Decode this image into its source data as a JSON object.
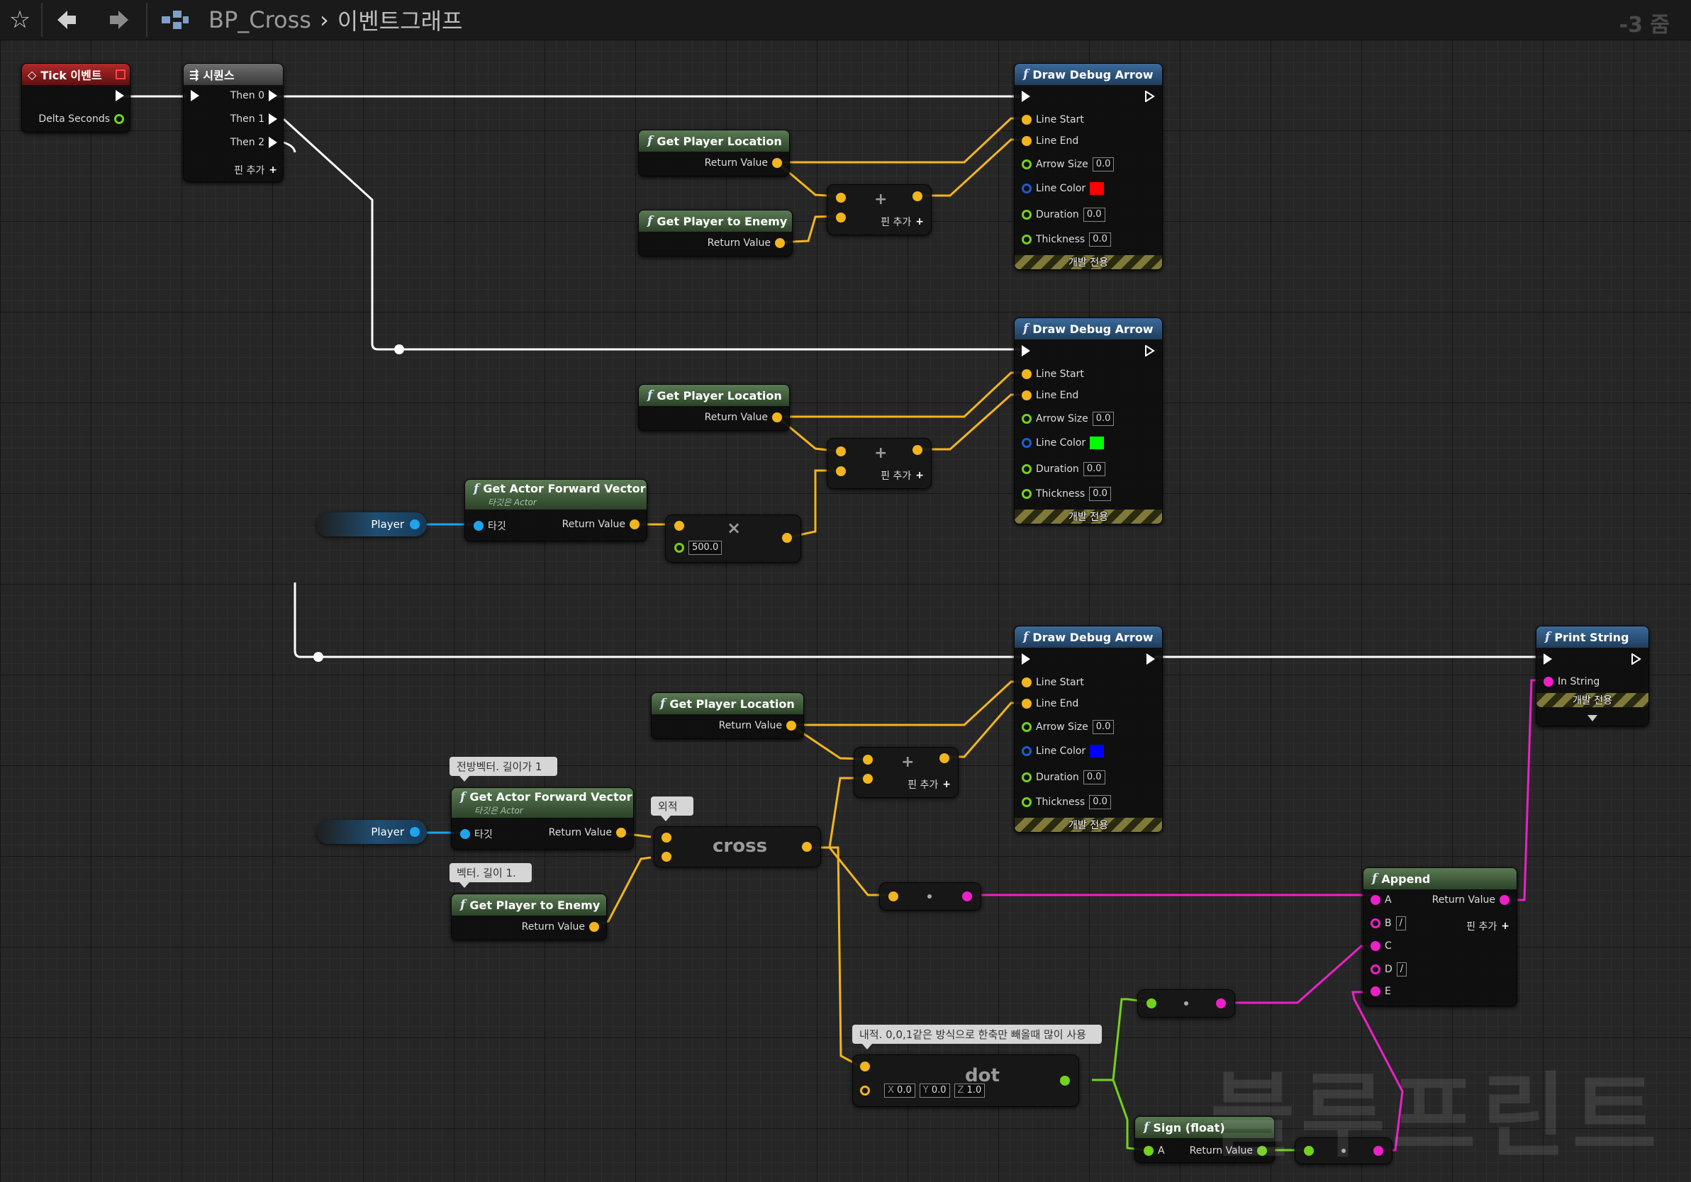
{
  "topbar": {
    "breadcrumb_root": "BP_Cross",
    "breadcrumb_current": "이벤트그래프",
    "zoom_label": "-3 줌"
  },
  "nodes": {
    "tick_event": {
      "title": "Tick 이벤트",
      "pin_delta": "Delta Seconds"
    },
    "sequence": {
      "title": "시퀀스",
      "then0": "Then 0",
      "then1": "Then 1",
      "then2": "Then 2",
      "add_pin": "핀 추가"
    },
    "arrow1": {
      "title": "Draw Debug Arrow",
      "line_start": "Line Start",
      "line_end": "Line End",
      "arrow_size": "Arrow Size",
      "arrow_size_val": "0.0",
      "line_color": "Line Color",
      "line_color_hex": "#ff0000",
      "duration": "Duration",
      "duration_val": "0.0",
      "thickness": "Thickness",
      "thickness_val": "0.0",
      "dev_only": "개발 전용"
    },
    "arrow2": {
      "title": "Draw Debug Arrow",
      "line_start": "Line Start",
      "line_end": "Line End",
      "arrow_size": "Arrow Size",
      "arrow_size_val": "0.0",
      "line_color": "Line Color",
      "line_color_hex": "#00ff00",
      "duration": "Duration",
      "duration_val": "0.0",
      "thickness": "Thickness",
      "thickness_val": "0.0",
      "dev_only": "개발 전용"
    },
    "arrow3": {
      "title": "Draw Debug Arrow",
      "line_start": "Line Start",
      "line_end": "Line End",
      "arrow_size": "Arrow Size",
      "arrow_size_val": "0.0",
      "line_color": "Line Color",
      "line_color_hex": "#0000ff",
      "duration": "Duration",
      "duration_val": "0.0",
      "thickness": "Thickness",
      "thickness_val": "0.0",
      "dev_only": "개발 전용"
    },
    "get_loc1": {
      "title": "Get Player Location",
      "ret": "Return Value"
    },
    "get_enemy1": {
      "title": "Get Player to Enemy",
      "ret": "Return Value"
    },
    "add1": {
      "add_pin": "핀 추가"
    },
    "get_loc2": {
      "title": "Get Player Location",
      "ret": "Return Value"
    },
    "add2": {
      "add_pin": "핀 추가"
    },
    "fwd1": {
      "title": "Get Actor Forward Vector",
      "subtitle": "타깃은 Actor",
      "target": "타깃",
      "ret": "Return Value"
    },
    "player1": {
      "label": "Player"
    },
    "mul1": {
      "value": "500.0"
    },
    "get_loc3": {
      "title": "Get Player Location",
      "ret": "Return Value"
    },
    "add3": {
      "add_pin": "핀 추가"
    },
    "fwd2": {
      "title": "Get Actor Forward Vector",
      "subtitle": "타깃은 Actor",
      "target": "타깃",
      "ret": "Return Value"
    },
    "player2": {
      "label": "Player"
    },
    "get_enemy2": {
      "title": "Get Player to Enemy",
      "ret": "Return Value"
    },
    "cross": {
      "label": "cross"
    },
    "dot": {
      "label": "dot",
      "x_label": "X",
      "x_val": "0.0",
      "y_label": "Y",
      "y_val": "0.0",
      "z_label": "Z",
      "z_val": "1.0"
    },
    "sign": {
      "title": "Sign (float)",
      "a": "A",
      "ret": "Return Value"
    },
    "append": {
      "title": "Append",
      "a": "A",
      "b": "B",
      "c": "C",
      "d": "D",
      "e": "E",
      "ret": "Return Value",
      "add_pin": "핀 추가",
      "b_val": "/",
      "d_val": "/"
    },
    "print": {
      "title": "Print String",
      "in_string": "In String",
      "dev_only": "개발 전용"
    }
  },
  "comments": {
    "fwd_note": "전방벡터. 길이가 1",
    "cross_note": "외적",
    "vec_note": "벡터. 길이 1.",
    "dot_note": "내적. 0,0,1같은 방식으로 한축만 빼올때 많이 사용"
  },
  "watermark": "블루프린트",
  "colors": {
    "exec_wire": "#ffffff",
    "vector_wire": "#f2b51d",
    "string_wire": "#ee20c8",
    "float_wire": "#74d11c",
    "object_wire": "#1ea4ee"
  }
}
